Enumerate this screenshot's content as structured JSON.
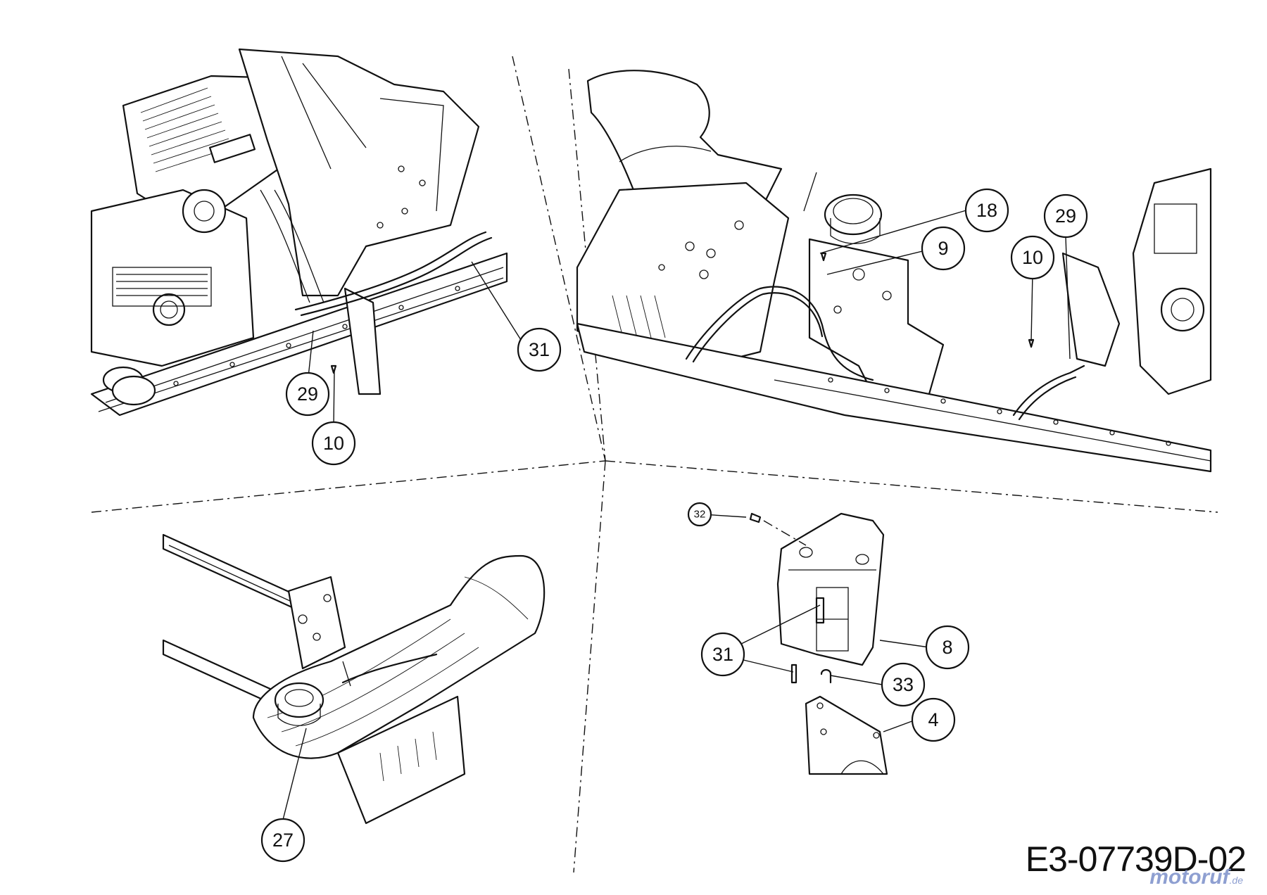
{
  "drawing_code": "E3-07739D-02",
  "watermark": {
    "brand": "motoruf",
    "suffix": ".de"
  },
  "callouts": [
    {
      "id": "c-31-tl",
      "label": "31"
    },
    {
      "id": "c-29-tl",
      "label": "29"
    },
    {
      "id": "c-10-tl",
      "label": "10"
    },
    {
      "id": "c-18-tr",
      "label": "18"
    },
    {
      "id": "c-9-tr",
      "label": "9"
    },
    {
      "id": "c-29-tr",
      "label": "29"
    },
    {
      "id": "c-10-tr",
      "label": "10"
    },
    {
      "id": "c-27-bl",
      "label": "27"
    },
    {
      "id": "c-32-br",
      "label": "32"
    },
    {
      "id": "c-31-br",
      "label": "31"
    },
    {
      "id": "c-8-br",
      "label": "8"
    },
    {
      "id": "c-33-br",
      "label": "33"
    },
    {
      "id": "c-4-br",
      "label": "4"
    }
  ]
}
